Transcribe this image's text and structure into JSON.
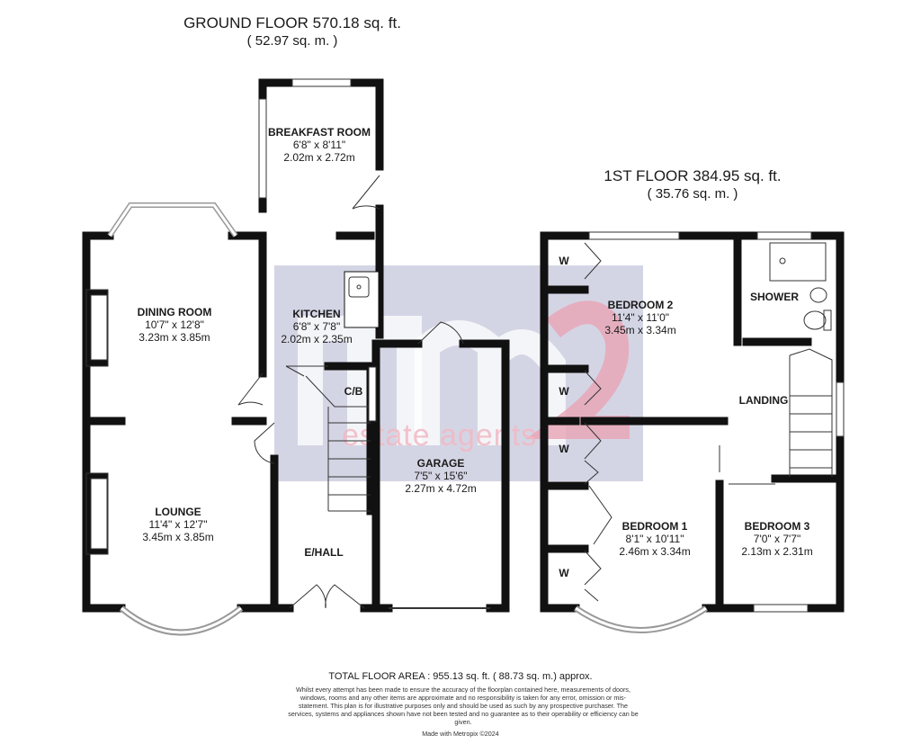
{
  "ground_floor": {
    "title": "GROUND FLOOR 570.18 sq. ft.",
    "subtitle": "( 52.97 sq. m. )",
    "rooms": [
      {
        "name": "BREAKFAST ROOM",
        "imperial": "6'8\" x 8'11\"",
        "metric": "2.02m x 2.72m"
      },
      {
        "name": "DINING ROOM",
        "imperial": "10'7\" x 12'8\"",
        "metric": "3.23m x 3.85m"
      },
      {
        "name": "KITCHEN",
        "imperial": "6'8\" x 7'8\"",
        "metric": "2.02m x 2.35m"
      },
      {
        "name": "GARAGE",
        "imperial": "7'5\" x 15'6\"",
        "metric": "2.27m x 4.72m"
      },
      {
        "name": "LOUNGE",
        "imperial": "11'4\" x 12'7\"",
        "metric": "3.45m x 3.85m"
      }
    ],
    "labels": {
      "cb": "C/B",
      "hall": "E/HALL"
    }
  },
  "first_floor": {
    "title": "1ST FLOOR 384.95 sq. ft.",
    "subtitle": "( 35.76 sq. m. )",
    "rooms": [
      {
        "name": "BEDROOM 2",
        "imperial": "11'4\" x 11'0\"",
        "metric": "3.45m x 3.34m"
      },
      {
        "name": "BEDROOM 1",
        "imperial": "8'1\" x 10'11\"",
        "metric": "2.46m x 3.34m"
      },
      {
        "name": "BEDROOM 3",
        "imperial": "7'0\" x 7'7\"",
        "metric": "2.13m x 2.31m"
      }
    ],
    "labels": {
      "shower": "SHOWER",
      "landing": "LANDING",
      "wardrobe": "W"
    }
  },
  "watermark": {
    "text": "estate agents",
    "color": "#e8a4b4"
  },
  "footer": {
    "total": "TOTAL FLOOR AREA : 955.13 sq. ft. ( 88.73 sq. m.) approx.",
    "disclaimer": "Whilst every attempt has been made to ensure the accuracy of the floorplan contained here, measurements of doors, windows, rooms and any other items are approximate and no responsibility is taken for any error, omission or mis-statement. This plan is for illustrative purposes only and should be used as such by any prospective purchaser. The services, systems and appliances shown have not been tested and no guarantee as to their operability or efficiency can be given.",
    "credit": "Made with Metropix ©2024"
  }
}
